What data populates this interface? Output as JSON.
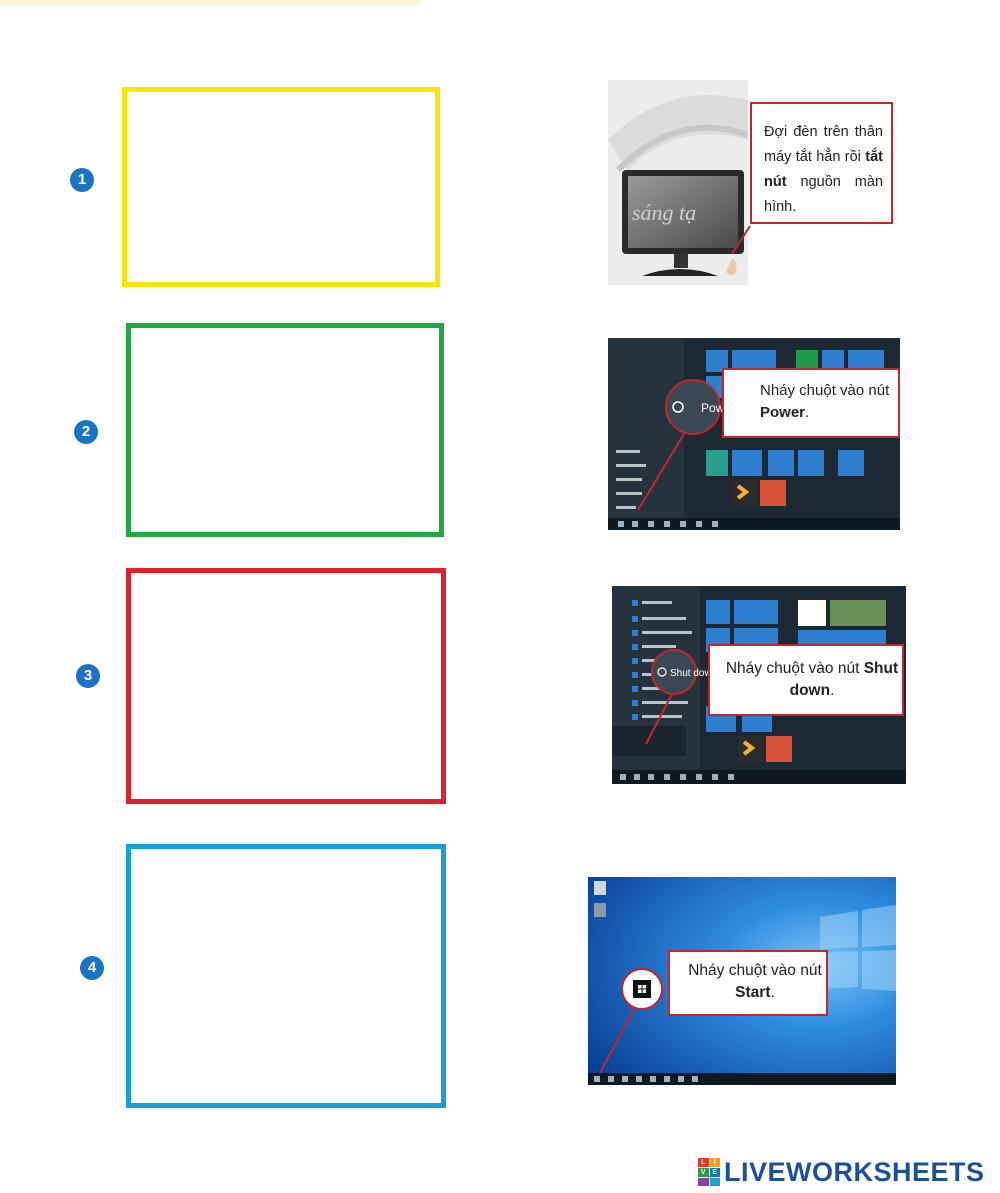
{
  "steps": [
    {
      "number": "1",
      "box_color": "#f7e600"
    },
    {
      "number": "2",
      "box_color": "#21a845"
    },
    {
      "number": "3",
      "box_color": "#e0202b"
    },
    {
      "number": "4",
      "box_color": "#13a0dc"
    }
  ],
  "images": {
    "monitor": {
      "callout_text": "Đợi đèn trên thân máy tắt hẳn rồi",
      "callout_bold": "tắt nút",
      "callout_after": "nguồn màn hình.",
      "watermark": "sáng tạ"
    },
    "power": {
      "callout_prefix": "Nháy chuột vào nút",
      "callout_bold": "Power",
      "callout_suffix": ".",
      "button_label": "Power"
    },
    "shutdown": {
      "callout_prefix": "Nháy chuột vào nút",
      "callout_bold": "Shut down",
      "callout_suffix": ".",
      "button_label": "Shut down"
    },
    "start": {
      "callout_prefix": "Nháy chuột vào nút",
      "callout_bold": "Start",
      "callout_suffix": "."
    }
  },
  "logo": {
    "text": "LIVEWORKSHEETS",
    "letters": [
      "L",
      "I",
      "V",
      "E",
      "",
      ""
    ]
  },
  "colors": {
    "callout_border": "#c0272d",
    "step_badge": "#1a73c8",
    "win_blue": "#2f7fd1",
    "logo_blue": "#1d4f9c"
  }
}
